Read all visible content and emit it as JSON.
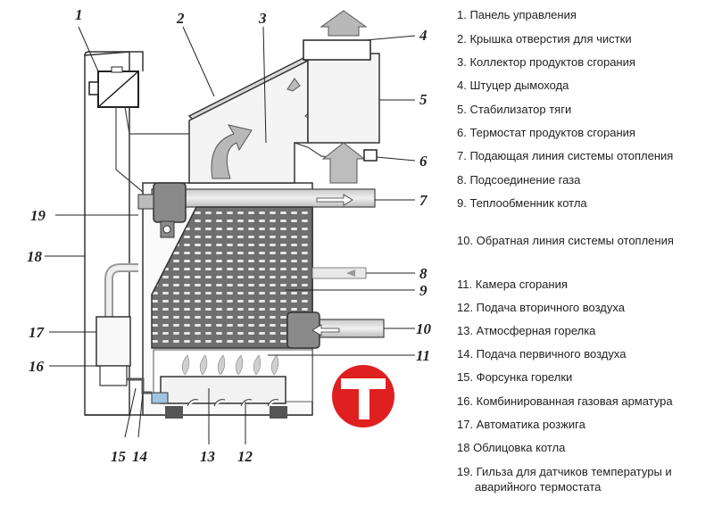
{
  "numbers": [
    "1",
    "2",
    "3",
    "4",
    "5",
    "6",
    "7",
    "8",
    "9",
    "10",
    "11",
    "12",
    "13",
    "14",
    "15",
    "16",
    "17",
    "18",
    "19"
  ],
  "legend": [
    "1. Панель управления",
    "2. Крышка отверстия для чистки",
    "3. Коллектор продуктов сгорания",
    "4. Штуцер дымохода",
    "5. Стабилизатор тяги",
    "6. Термостат продуктов сгорания",
    "7. Подающая линия системы отопления",
    "8. Подсоединение газа",
    "9. Теплообменник котла",
    "10. Обратная линия системы отопления",
    "11. Камера сгорания",
    "12. Подача вторичного воздуха",
    "13. Атмосферная горелка",
    "14. Подача первичного воздуха",
    "15. Форсунка горелки",
    "16. Комбинированная газовая арматура",
    "17. Автоматика розжига",
    "18 Облицовка котла",
    "19. Гильза для датчиков температуры и",
    "аварийного термостата"
  ],
  "colors": {
    "logo_red": "#e02020",
    "metal": "#d6d6d6",
    "pipe": "#b0b0b0"
  }
}
